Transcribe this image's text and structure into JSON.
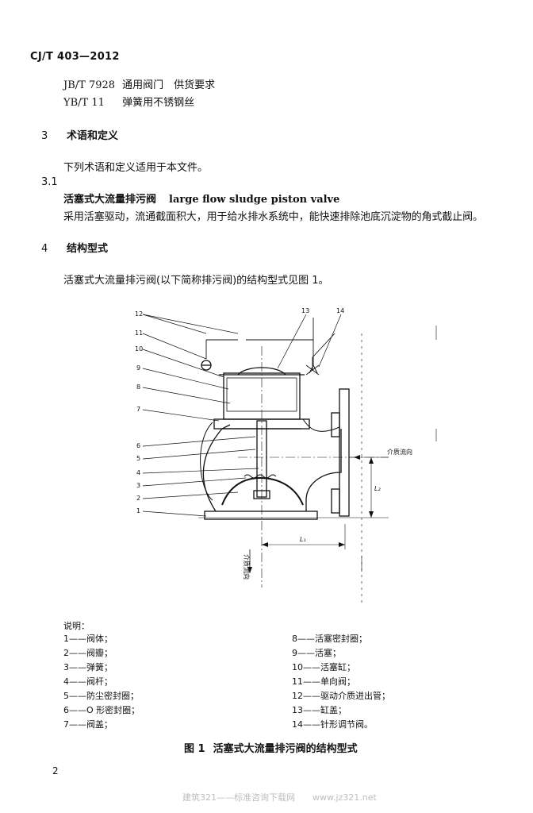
{
  "header": {
    "std_code": "CJ/T 403—2012"
  },
  "references": [
    {
      "code": "JB/T 7928",
      "title": "通用阀门　供货要求"
    },
    {
      "code": "YB/T 11",
      "title": "弹簧用不锈钢丝"
    }
  ],
  "section3": {
    "number": "3",
    "title": "术语和定义",
    "intro": "下列术语和定义适用于本文件。",
    "sub": {
      "number": "3.1",
      "term_cn": "活塞式大流量排污阀",
      "term_en": "large flow sludge piston valve",
      "definition": "采用活塞驱动，流通截面积大，用于给水排水系统中，能快速排除池底沉淀物的角式截止阀。"
    }
  },
  "section4": {
    "number": "4",
    "title": "结构型式",
    "intro": "活塞式大流量排污阀(以下简称排污阀)的结构型式见图 1。"
  },
  "figure": {
    "callouts": [
      "1",
      "2",
      "3",
      "4",
      "5",
      "6",
      "7",
      "8",
      "9",
      "10",
      "11",
      "12",
      "13",
      "14"
    ],
    "flow_label_right": "介质流向",
    "flow_label_bottom": "介质流向",
    "dim_l1": "L₁",
    "dim_l2": "L₂"
  },
  "legend": {
    "title": "说明：",
    "items": [
      "1——阀体；",
      "2——阀瓣；",
      "3——弹簧；",
      "4——阀杆；",
      "5——防尘密封圈；",
      "6——O 形密封圈；",
      "7——阀盖；",
      "8——活塞密封圈；",
      "9——活塞；",
      "10——活塞缸；",
      "11——单向阀；",
      "12——驱动介质进出管；",
      "13——缸盖；",
      "14——针形调节阀。"
    ]
  },
  "caption": {
    "figure_no": "图 1",
    "title": "活塞式大流量排污阀的结构型式"
  },
  "footer": {
    "page_number": "2",
    "watermark": "建筑321——标准咨询下载网　　www.jz321.net"
  }
}
